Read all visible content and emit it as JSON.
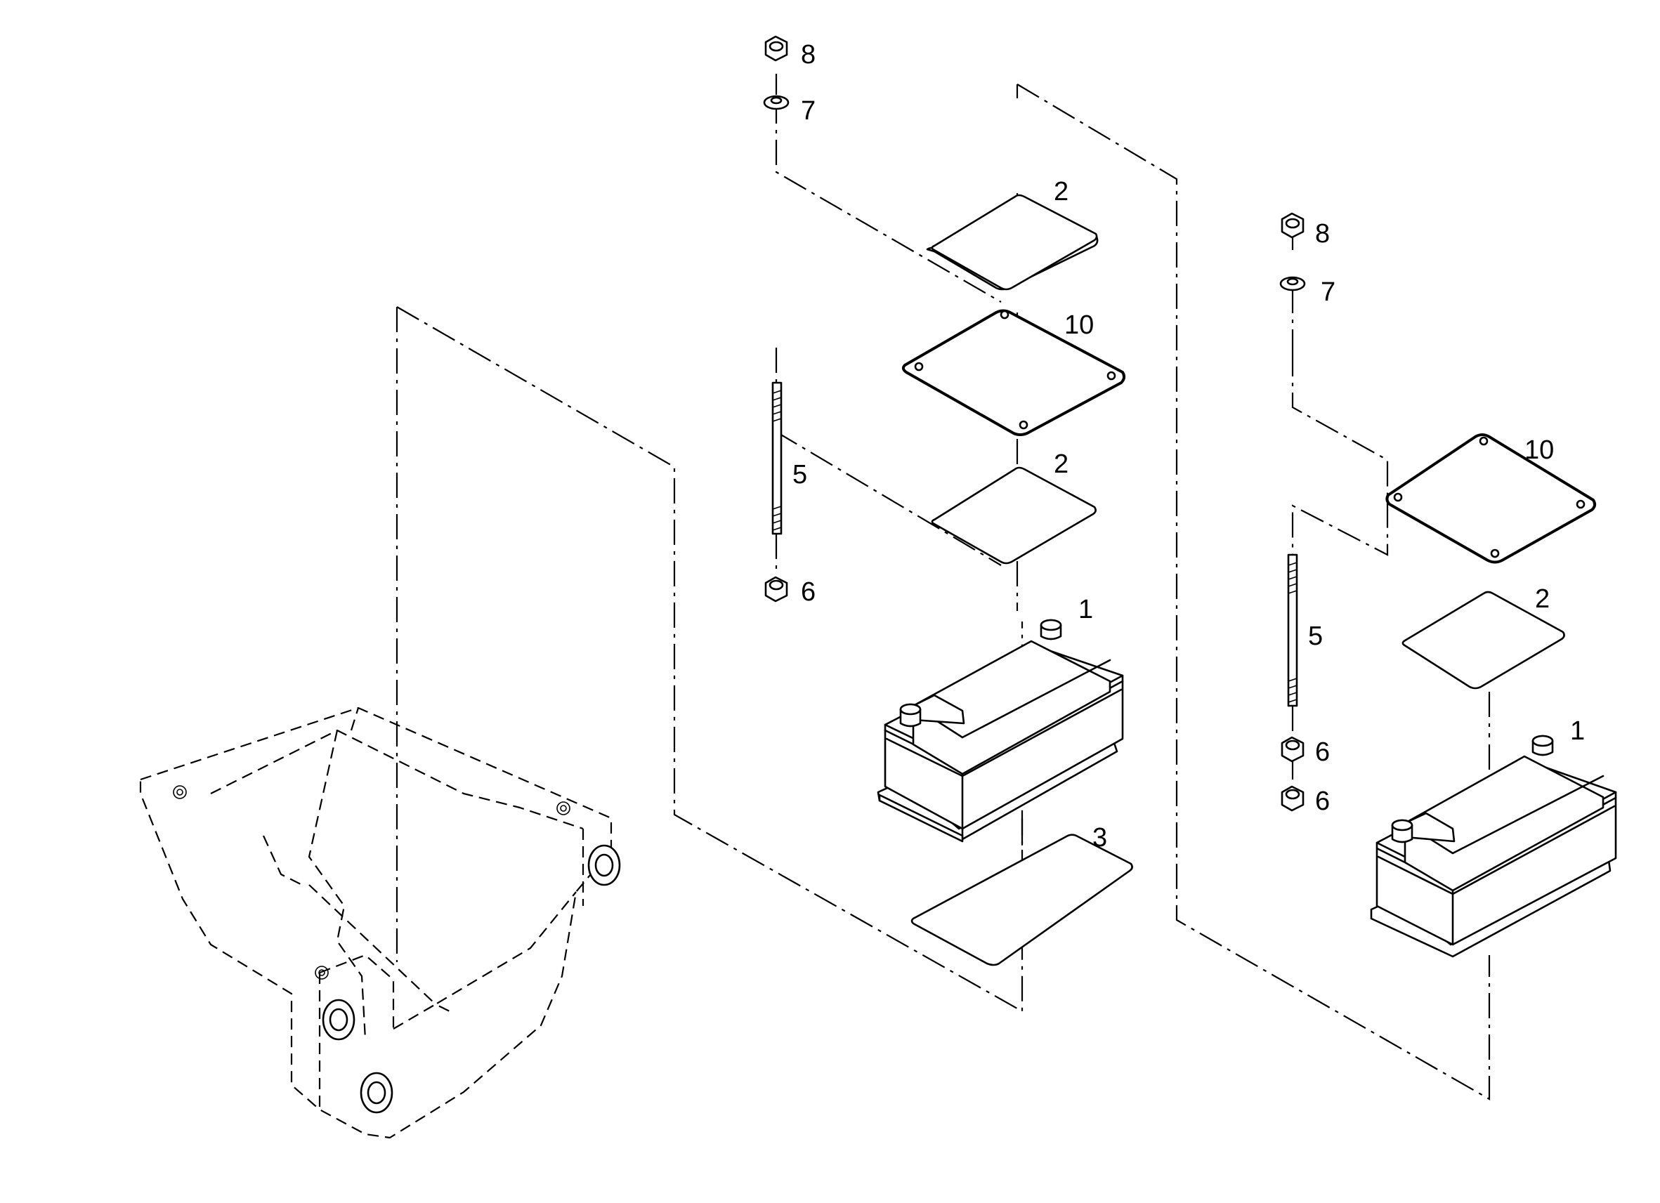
{
  "diagram": {
    "callouts": {
      "left_8": "8",
      "left_7": "7",
      "left_2_top": "2",
      "left_10": "10",
      "left_5": "5",
      "left_2_mid": "2",
      "left_6": "6",
      "left_1": "1",
      "left_3": "3",
      "right_8": "8",
      "right_7": "7",
      "right_10": "10",
      "right_2": "2",
      "right_5": "5",
      "right_6_upper": "6",
      "right_6_lower": "6",
      "right_1": "1"
    }
  }
}
